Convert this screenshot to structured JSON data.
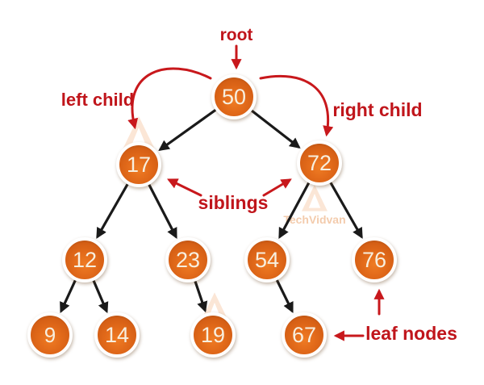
{
  "labels": {
    "root": "root",
    "left_child": "left child",
    "right_child": "right child",
    "siblings": "siblings",
    "leaf_nodes": "leaf nodes"
  },
  "watermark": {
    "text": "TechVidvan"
  },
  "colors": {
    "node_fill_center": "#ef7c24",
    "node_fill_edge": "#ad4c10",
    "node_ring": "#ffffff",
    "node_text": "#f7efdf",
    "edge_black": "#1a1a1a",
    "annotation_red": "#c0151b",
    "background": "#ffffff"
  },
  "tree": {
    "nodes": [
      {
        "value": "50",
        "role": "root"
      },
      {
        "value": "17",
        "role": "left child"
      },
      {
        "value": "72",
        "role": "right child"
      },
      {
        "value": "12",
        "role": "internal"
      },
      {
        "value": "23",
        "role": "internal"
      },
      {
        "value": "54",
        "role": "internal"
      },
      {
        "value": "76",
        "role": "leaf"
      },
      {
        "value": "9",
        "role": "leaf"
      },
      {
        "value": "14",
        "role": "leaf"
      },
      {
        "value": "19",
        "role": "leaf"
      },
      {
        "value": "67",
        "role": "leaf"
      }
    ],
    "edges": [
      [
        "50",
        "17"
      ],
      [
        "50",
        "72"
      ],
      [
        "17",
        "12"
      ],
      [
        "17",
        "23"
      ],
      [
        "72",
        "54"
      ],
      [
        "72",
        "76"
      ],
      [
        "12",
        "9"
      ],
      [
        "12",
        "14"
      ],
      [
        "23",
        "19"
      ],
      [
        "54",
        "67"
      ]
    ]
  }
}
